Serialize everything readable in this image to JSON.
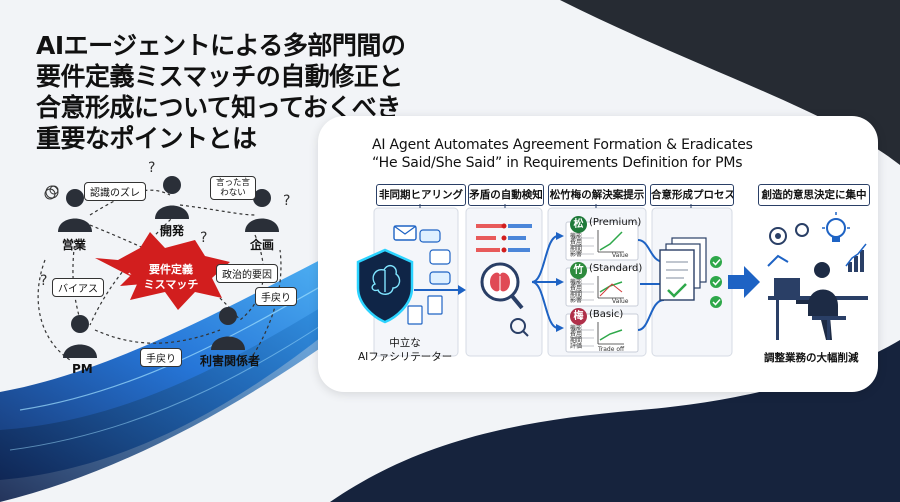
{
  "title_jp": [
    "AIエージェントによる多部門間の",
    "要件定義ミスマッチの自動修正と",
    "合意形成について知っておくべき",
    "重要なポイントとは"
  ],
  "title_en": [
    "AI Agent Automates Agreement Formation & Eradicates",
    "“He Said/She Said” in Requirements Definition for PMs"
  ],
  "left_chaos": {
    "roles": [
      "営業",
      "開発",
      "企画",
      "PM",
      "利害関係者"
    ],
    "bubbles": [
      "認識のズレ",
      "言った言わない",
      "政治的要因",
      "バイアス",
      "手戻り",
      "手戻り"
    ],
    "conflict_label": [
      "要件定義",
      "ミスマッチ"
    ]
  },
  "steps": [
    "非同期ヒアリング",
    "矛盾の自動検知",
    "松竹梅の解決案提示",
    "合意形成プロセス化",
    "創造的意思決定に集中"
  ],
  "facilitator_label": [
    "中立な",
    "AIファシリテーター"
  ],
  "options": [
    {
      "kanji": "松",
      "name": "(Premium)",
      "color": "#1f7a3a"
    },
    {
      "kanji": "竹",
      "name": "(Standard)",
      "color": "#2e8b3d"
    },
    {
      "kanji": "梅",
      "name": "(Basic)",
      "color": "#b0304a"
    }
  ],
  "option_terms": [
    "機能",
    "費用",
    "期間",
    "影響",
    "評価"
  ],
  "axis_value": "Value",
  "axis_tradeoff": "Trade off",
  "result_label": "調整業務の大幅削減",
  "colors": {
    "navy": "#16233d",
    "accent": "#1e63c4",
    "alert": "#d21e1e",
    "check": "#2ea84a"
  }
}
